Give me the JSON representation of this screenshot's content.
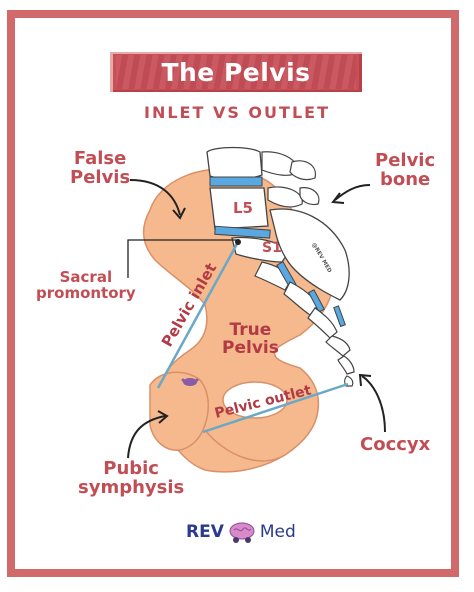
{
  "title": "The Pelvis",
  "subtitle": "INLET VS OUTLET",
  "labels": {
    "false_pelvis_line1": "False",
    "false_pelvis_line2": "Pelvis",
    "pelvic_bone_line1": "Pelvic",
    "pelvic_bone_line2": "bone",
    "sacral_promontory_line1": "Sacral",
    "sacral_promontory_line2": "promontory",
    "true_pelvis_line1": "True",
    "true_pelvis_line2": "Pelvis",
    "pelvic_inlet": "Pelvic inlet",
    "pelvic_outlet": "Pelvic outlet",
    "coccyx": "Coccyx",
    "pubic_symphysis_line1": "Pubic",
    "pubic_symphysis_line2": "symphysis",
    "l5": "L5",
    "s1": "S1",
    "watermark": "@REV MED"
  },
  "logo": {
    "rev": "REV",
    "med": "Med"
  },
  "colors": {
    "frame": "#d16b6b",
    "banner": "#c74f57",
    "accent_text": "#c24e55",
    "bone": "#f6b98d",
    "vertebra_disc": "#5aa8e0",
    "line": "#6aa8c8"
  }
}
